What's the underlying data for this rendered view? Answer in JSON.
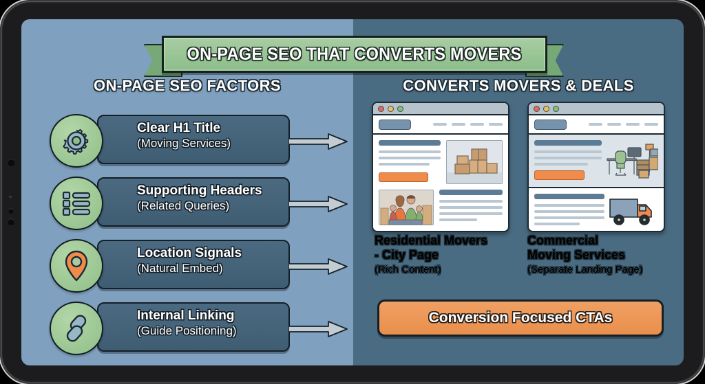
{
  "device": {
    "type": "tablet",
    "frame_color": "#1c1c1e"
  },
  "banner": {
    "title": "ON-PAGE SEO THAT CONVERTS MOVERS",
    "ribbon_color": "#8cbd8a"
  },
  "left_panel": {
    "heading": "ON-PAGE SEO FACTORS",
    "bg_color": "#7fa0bf",
    "factors": [
      {
        "icon": "gear-icon",
        "title": "Clear H1 Title",
        "subtitle": "(Moving Services)"
      },
      {
        "icon": "list-icon",
        "title": "Supporting Headers",
        "subtitle": "(Related Queries)"
      },
      {
        "icon": "location-pin-icon",
        "title": "Location Signals",
        "subtitle": "(Natural Embed)"
      },
      {
        "icon": "link-chain-icon",
        "title": "Internal Linking",
        "subtitle": "(Guide Positioning)"
      }
    ]
  },
  "right_panel": {
    "heading": "CONVERTS MOVERS & DEALS",
    "bg_color": "#4a6c83",
    "pages": [
      {
        "browser_dots": [
          "red",
          "yellow",
          "green"
        ],
        "thumbnail": "moving-boxes-and-family-photo",
        "caption_line1": "Residential Movers",
        "caption_line2": "- City Page",
        "caption_sub": "(Rich Content)"
      },
      {
        "browser_dots": [
          "red",
          "yellow",
          "green"
        ],
        "thumbnail": "office-desk-and-moving-truck",
        "caption_line1": "Commercial",
        "caption_line2": "Moving Services",
        "caption_sub": "(Separate Landing Page)"
      }
    ],
    "cta": {
      "label": "Conversion Focused CTAs",
      "color": "#e98f4c"
    }
  }
}
